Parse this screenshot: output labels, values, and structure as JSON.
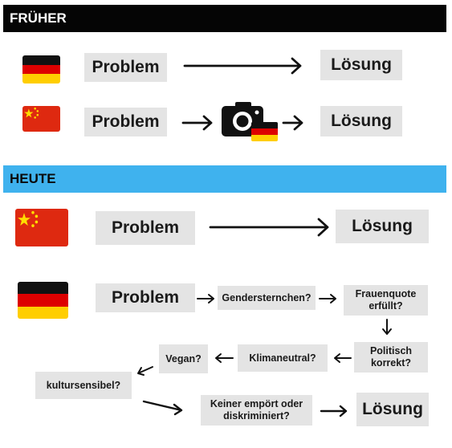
{
  "headers": {
    "before": "FRÜHER",
    "now": "HEUTE"
  },
  "labels": {
    "problem": "Problem",
    "loesung": "Lösung",
    "gendersternchen": "Gendersternchen?",
    "frauenquote": "Frauenquote erfüllt?",
    "politisch": "Politisch korrekt?",
    "klimaneutral": "Klimaneutral?",
    "vegan": "Vegan?",
    "kultursensibel": "kultursensibel?",
    "keiner": "Keiner empört oder diskriminiert?"
  },
  "colors": {
    "header_dark": "#050505",
    "header_blue": "#3fb2ee",
    "box_gray": "#e4e4e4",
    "de_black": "#111111",
    "de_red": "#dd0000",
    "de_gold": "#ffce00",
    "cn_red": "#de2910",
    "cn_star": "#ffde00"
  },
  "icons": [
    "german-flag-icon",
    "chinese-flag-icon",
    "camera-icon",
    "arrow-icon"
  ]
}
